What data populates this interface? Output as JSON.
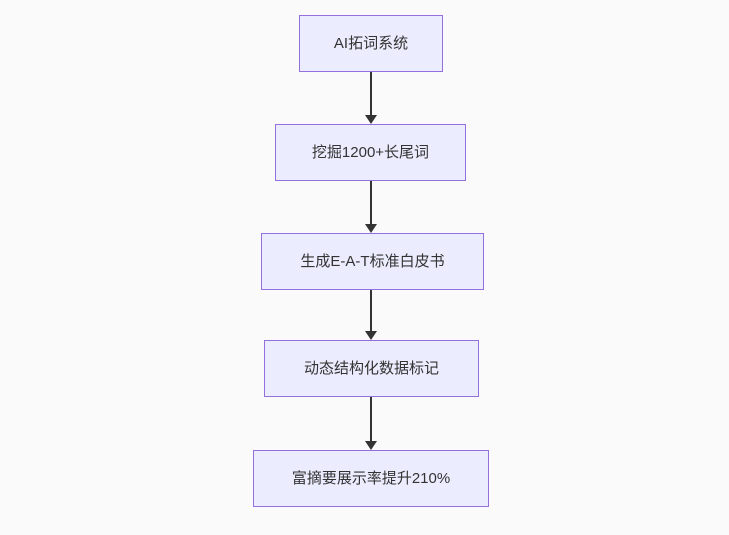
{
  "diagram": {
    "type": "flowchart",
    "direction": "top-down",
    "nodes": [
      {
        "id": "step-1",
        "label": "AI拓词系统"
      },
      {
        "id": "step-2",
        "label": "挖掘1200+长尾词"
      },
      {
        "id": "step-3",
        "label": "生成E-A-T标准白皮书"
      },
      {
        "id": "step-4",
        "label": "动态结构化数据标记"
      },
      {
        "id": "step-5",
        "label": "富摘要展示率提升210%"
      }
    ],
    "edges": [
      {
        "from": "step-1",
        "to": "step-2"
      },
      {
        "from": "step-2",
        "to": "step-3"
      },
      {
        "from": "step-3",
        "to": "step-4"
      },
      {
        "from": "step-4",
        "to": "step-5"
      }
    ],
    "colors": {
      "background": "#fafafa",
      "node_fill": "#ECECFF",
      "node_border": "#9370DB",
      "arrow": "#333333",
      "text": "#333333"
    }
  }
}
